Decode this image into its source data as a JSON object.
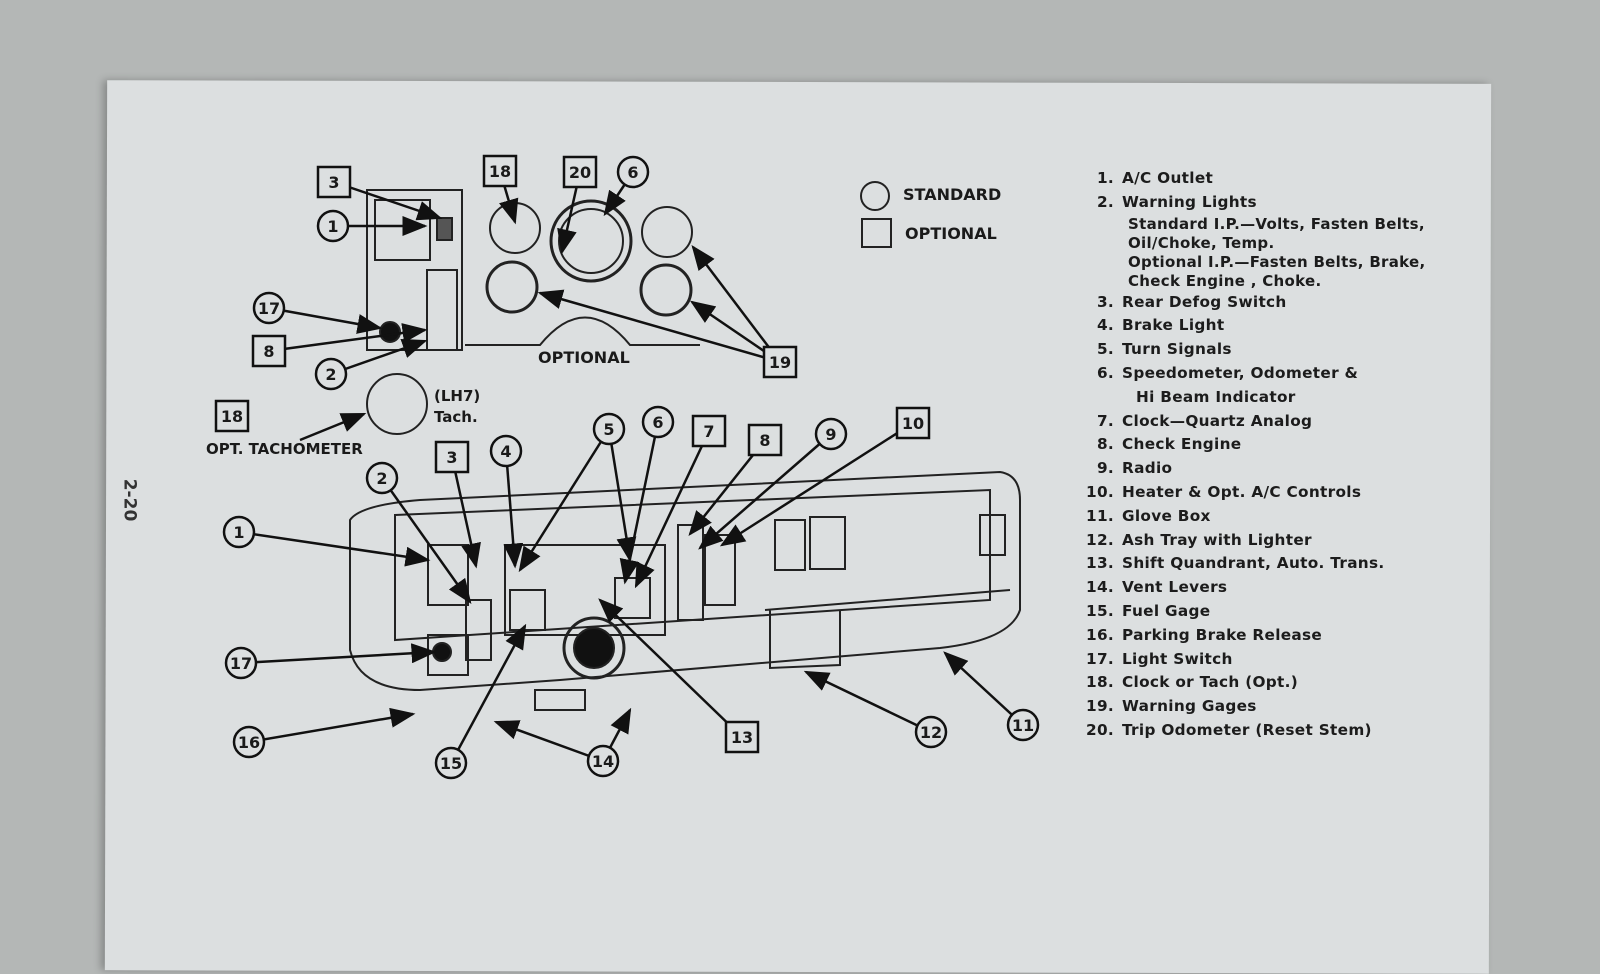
{
  "page_number": "2-20",
  "legend": {
    "standard": "STANDARD",
    "optional": "OPTIONAL"
  },
  "labels": {
    "optional_cluster": "OPTIONAL",
    "tach_engine": "(LH7)",
    "tach_word": "Tach.",
    "opt_tachometer": "OPT. TACHOMETER"
  },
  "callouts": [
    {
      "num": "3",
      "shape": "square"
    },
    {
      "num": "1",
      "shape": "circle"
    },
    {
      "num": "17",
      "shape": "circle"
    },
    {
      "num": "8",
      "shape": "square"
    },
    {
      "num": "2",
      "shape": "circle"
    },
    {
      "num": "18",
      "shape": "square"
    },
    {
      "num": "20",
      "shape": "square"
    },
    {
      "num": "6",
      "shape": "circle"
    },
    {
      "num": "19",
      "shape": "square"
    },
    {
      "num": "18",
      "shape": "square"
    },
    {
      "num": "2",
      "shape": "circle"
    },
    {
      "num": "3",
      "shape": "square"
    },
    {
      "num": "4",
      "shape": "circle"
    },
    {
      "num": "5",
      "shape": "circle"
    },
    {
      "num": "6",
      "shape": "circle"
    },
    {
      "num": "7",
      "shape": "square"
    },
    {
      "num": "8",
      "shape": "square"
    },
    {
      "num": "9",
      "shape": "circle"
    },
    {
      "num": "10",
      "shape": "square"
    },
    {
      "num": "1",
      "shape": "circle"
    },
    {
      "num": "17",
      "shape": "circle"
    },
    {
      "num": "16",
      "shape": "circle"
    },
    {
      "num": "15",
      "shape": "circle"
    },
    {
      "num": "14",
      "shape": "circle"
    },
    {
      "num": "13",
      "shape": "square"
    },
    {
      "num": "12",
      "shape": "circle"
    },
    {
      "num": "11",
      "shape": "circle"
    }
  ],
  "items": [
    {
      "num": "1.",
      "label": "A/C Outlet"
    },
    {
      "num": "2.",
      "label": "Warning Lights",
      "sub": [
        "Standard I.P.—Volts, Fasten Belts,",
        "Oil/Choke, Temp.",
        "Optional I.P.—Fasten Belts, Brake,",
        "Check Engine , Choke."
      ]
    },
    {
      "num": "3.",
      "label": "Rear Defog Switch"
    },
    {
      "num": "4.",
      "label": "Brake Light"
    },
    {
      "num": "5.",
      "label": "Turn Signals"
    },
    {
      "num": "6.",
      "label": "Speedometer, Odometer &",
      "cont": "Hi Beam Indicator"
    },
    {
      "num": "7.",
      "label": "Clock—Quartz Analog"
    },
    {
      "num": "8.",
      "label": "Check Engine"
    },
    {
      "num": "9.",
      "label": "Radio"
    },
    {
      "num": "10.",
      "label": "Heater & Opt. A/C Controls"
    },
    {
      "num": "11.",
      "label": "Glove Box"
    },
    {
      "num": "12.",
      "label": "Ash Tray with Lighter"
    },
    {
      "num": "13.",
      "label": "Shift Quandrant, Auto. Trans."
    },
    {
      "num": "14.",
      "label": "Vent Levers"
    },
    {
      "num": "15.",
      "label": "Fuel Gage"
    },
    {
      "num": "16.",
      "label": "Parking Brake Release"
    },
    {
      "num": "17.",
      "label": "Light Switch"
    },
    {
      "num": "18.",
      "label": "Clock or Tach (Opt.)"
    },
    {
      "num": "19.",
      "label": "Warning Gages"
    },
    {
      "num": "20.",
      "label": "Trip Odometer  (Reset Stem)"
    }
  ]
}
